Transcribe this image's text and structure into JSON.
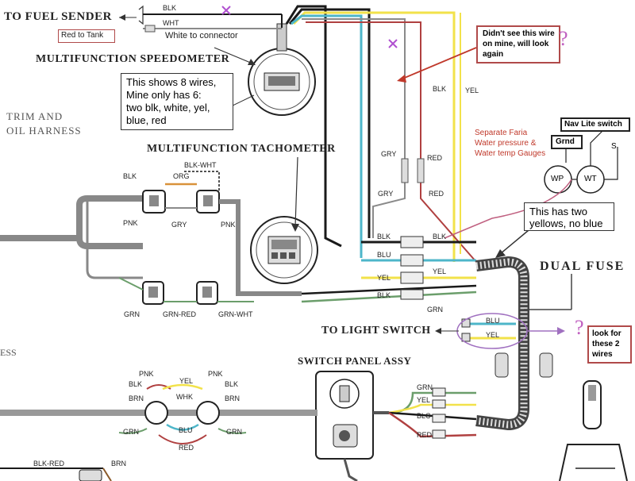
{
  "colors": {
    "black": "#1a1a1a",
    "blue": "#4db6c9",
    "yellow": "#f2e24a",
    "red": "#b04040",
    "green": "#6b9e6b",
    "gray": "#8a8a8a",
    "annotation_red": "#c0392b",
    "question_purple": "#c060c0",
    "x_purple": "#b050d0"
  },
  "title_labels": {
    "fuel_sender": "TO FUEL SENDER",
    "speedometer": "MULTIFUNCTION SPEEDOMETER",
    "tachometer": "MULTIFUNCTION TACHOMETER",
    "trim_oil_1": "TRIM AND",
    "trim_oil_2": "OIL HARNESS",
    "dual_fuse": "DUAL FUSE",
    "light_switch": "TO LIGHT SWITCH",
    "switch_panel": "SWITCH PANEL ASSY",
    "ess": "ESS"
  },
  "annotations": {
    "red_to_tank": "Red to Tank",
    "white_to_connector": "White to connector",
    "eight_wires_1": "This shows 8 wires,",
    "eight_wires_2": "Mine only has 6:",
    "eight_wires_3": "two blk, white, yel,",
    "eight_wires_4": "blue, red",
    "didnt_see_1": "Didn't see this wire",
    "didnt_see_2": "on mine, will look",
    "didnt_see_3": "again",
    "faria_1": "Separate Faria",
    "faria_2": "Water pressure &",
    "faria_3": "Water temp Gauges",
    "nav_lite": "Nav Lite switch",
    "grnd": "Grnd",
    "s_label": "S",
    "wp": "WP",
    "wt": "WT",
    "two_yellows_1": "This has two",
    "two_yellows_2": "yellows, no blue",
    "look_for_1": "look for",
    "look_for_2": "these 2",
    "look_for_3": "wires",
    "question": "?"
  },
  "wire_labels": {
    "blk_top": "BLK",
    "wht_top": "WHT",
    "blk_vertical": "BLK",
    "yel_vertical": "YEL",
    "gry_1": "GRY",
    "red_1": "RED",
    "gry_2": "GRY",
    "red_2": "RED",
    "blk_wht": "BLK-WHT",
    "blk_left": "BLK",
    "org": "ORG",
    "pnk_left": "PNK",
    "gry_mid": "GRY",
    "pnk_mid": "PNK",
    "grn_left": "GRN",
    "grn_red": "GRN-RED",
    "grn_wht": "GRN-WHT",
    "blk_fuse": "BLK",
    "blk_fuse_r": "BLK",
    "blu_fuse": "BLU",
    "yel_fuse": "YEL",
    "yel_fuse_r": "YEL",
    "blk_fuse2": "BLK",
    "grn_fuse": "GRN",
    "blu_light": "BLU",
    "yel_light": "YEL",
    "pnk_b1": "PNK",
    "blk_b1": "BLK",
    "brn_b1": "BRN",
    "yel_b": "YEL",
    "whk_b": "WHK",
    "pnk_b2": "PNK",
    "blk_b2": "BLK",
    "brn_b2": "BRN",
    "grn_b1": "GRN",
    "blu_b": "BLU",
    "grn_b2": "GRN",
    "red_b": "RED",
    "blk_red": "BLK-RED",
    "brn_bottom": "BRN",
    "grn_sw": "GRN",
    "yel_sw": "YEL",
    "blc_sw": "BLC",
    "red_sw": "RED"
  }
}
